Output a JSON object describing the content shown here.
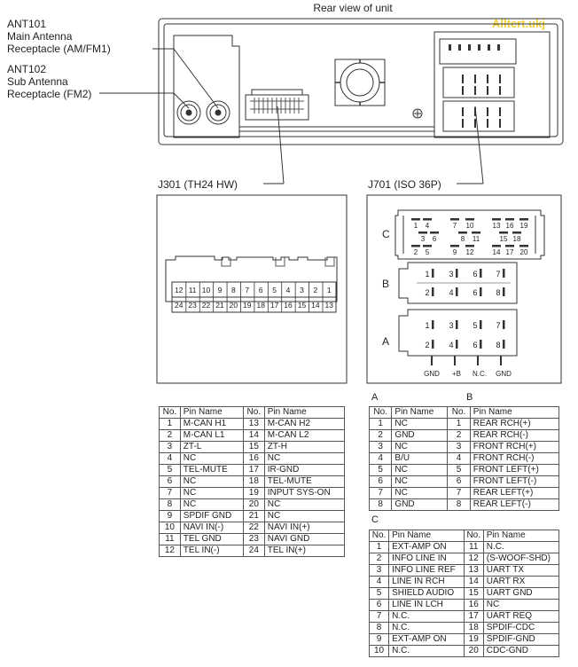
{
  "title": "Rear view of unit",
  "watermark": "Alltert.ukj",
  "antenna": {
    "ant101": [
      "ANT101",
      "Main Antenna",
      "Receptacle (AM/FM1)"
    ],
    "ant102": [
      "ANT102",
      "Sub Antenna",
      "Receptacle (FM2)"
    ]
  },
  "j301": {
    "label": "J301 (TH24  HW)",
    "top_pins": [
      "12",
      "11",
      "10",
      "9",
      "8",
      "7",
      "6",
      "5",
      "4",
      "3",
      "2",
      "1"
    ],
    "bottom_pins": [
      "24",
      "23",
      "22",
      "21",
      "20",
      "19",
      "18",
      "17",
      "16",
      "15",
      "14",
      "13"
    ]
  },
  "j701": {
    "label": "J701 (ISO 36P)",
    "row_c": "C",
    "row_b": "B",
    "row_a": "A",
    "c_top_left": [
      "1",
      "4"
    ],
    "c_top_mid": [
      "7",
      "10"
    ],
    "c_top_right": [
      "13",
      "16",
      "19"
    ],
    "c_mid_left": [
      "3",
      "6"
    ],
    "c_mid_mid": [
      "8",
      "11"
    ],
    "c_mid_right": [
      "15",
      "18"
    ],
    "c_bot_left": [
      "2",
      "5"
    ],
    "c_bot_mid": [
      "9",
      "12"
    ],
    "c_bot_right": [
      "14",
      "17",
      "20"
    ],
    "b_top": [
      "1",
      "3",
      "6",
      "7"
    ],
    "b_bot": [
      "2",
      "4",
      "6",
      "8"
    ],
    "a_top": [
      "1",
      "3",
      "5",
      "7"
    ],
    "a_bot": [
      "2",
      "4",
      "6",
      "8"
    ],
    "bottom_labels": [
      "GND",
      "+B",
      "N.C.",
      "GND"
    ]
  },
  "table_headers": {
    "no": "No.",
    "pin": "Pin Name"
  },
  "j301_table": [
    [
      "1",
      "M-CAN H1",
      "13",
      "M-CAN H2"
    ],
    [
      "2",
      "M-CAN L1",
      "14",
      "M-CAN L2"
    ],
    [
      "3",
      "ZT-L",
      "15",
      "ZT-H"
    ],
    [
      "4",
      "NC",
      "16",
      "NC"
    ],
    [
      "5",
      "TEL-MUTE",
      "17",
      "IR-GND"
    ],
    [
      "6",
      "NC",
      "18",
      "TEL-MUTE"
    ],
    [
      "7",
      "NC",
      "19",
      "INPUT SYS-ON"
    ],
    [
      "8",
      "NC",
      "20",
      "NC"
    ],
    [
      "9",
      "SPDIF GND",
      "21",
      "NC"
    ],
    [
      "10",
      "NAVI IN(-)",
      "22",
      "NAVI IN(+)"
    ],
    [
      "11",
      "TEL GND",
      "23",
      "NAVI GND"
    ],
    [
      "12",
      "TEL IN(-)",
      "24",
      "TEL IN(+)"
    ]
  ],
  "group_a": "A",
  "group_b": "B",
  "group_c": "C",
  "ab_table": [
    [
      "1",
      "NC",
      "1",
      "REAR RCH(+)"
    ],
    [
      "2",
      "GND",
      "2",
      "REAR RCH(-)"
    ],
    [
      "3",
      "NC",
      "3",
      "FRONT RCH(+)"
    ],
    [
      "4",
      "B/U",
      "4",
      "FRONT RCH(-)"
    ],
    [
      "5",
      "NC",
      "5",
      "FRONT LEFT(+)"
    ],
    [
      "6",
      "NC",
      "6",
      "FRONT LEFT(-)"
    ],
    [
      "7",
      "NC",
      "7",
      "REAR LEFT(+)"
    ],
    [
      "8",
      "GND",
      "8",
      "REAR LEFT(-)"
    ]
  ],
  "c_table": [
    [
      "1",
      "EXT-AMP ON",
      "11",
      "N.C."
    ],
    [
      "2",
      "INFO LINE IN",
      "12",
      "(S-WOOF-SHD)"
    ],
    [
      "3",
      "INFO LINE REF",
      "13",
      "UART TX"
    ],
    [
      "4",
      "LINE IN RCH",
      "14",
      "UART RX"
    ],
    [
      "5",
      "SHIELD AUDIO",
      "15",
      "UART GND"
    ],
    [
      "6",
      "LINE IN LCH",
      "16",
      "NC"
    ],
    [
      "7",
      "N.C.",
      "17",
      "UART REQ"
    ],
    [
      "8",
      "N.C.",
      "18",
      "SPDIF-CDC"
    ],
    [
      "9",
      "EXT-AMP ON",
      "19",
      "SPDIF-GND"
    ],
    [
      "10",
      "N.C.",
      "20",
      "CDC-GND"
    ]
  ]
}
